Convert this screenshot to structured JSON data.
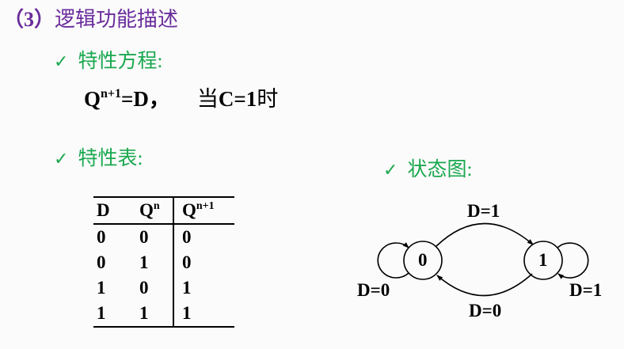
{
  "heading": {
    "number": "（3）",
    "text": "逻辑功能描述"
  },
  "sections": {
    "equation": {
      "check_icon": "✓",
      "label": "特性方程:",
      "formula_q": "Q",
      "formula_sup": "n+1",
      "formula_rest": "=D，",
      "condition_prefix": "当",
      "condition": "C=1",
      "condition_suffix": "时"
    },
    "table": {
      "check_icon": "✓",
      "label": "特性表:",
      "headers": [
        {
          "base": "D",
          "sup": ""
        },
        {
          "base": "Q",
          "sup": "n"
        },
        {
          "base": "Q",
          "sup": "n+1"
        }
      ],
      "rows": [
        [
          "0",
          "0",
          "0"
        ],
        [
          "0",
          "1",
          "0"
        ],
        [
          "1",
          "0",
          "1"
        ],
        [
          "1",
          "1",
          "1"
        ]
      ]
    },
    "state_diagram": {
      "check_icon": "✓",
      "label": "状态图:",
      "states": [
        "0",
        "1"
      ],
      "transitions": {
        "top": "D=1",
        "bottom": "D=0",
        "self_left": "D=0",
        "self_right": "D=1"
      }
    }
  },
  "colors": {
    "heading": "#6a2c9c",
    "bullet": "#1aa84f",
    "text": "#000000",
    "background": "#fbfbfb"
  }
}
